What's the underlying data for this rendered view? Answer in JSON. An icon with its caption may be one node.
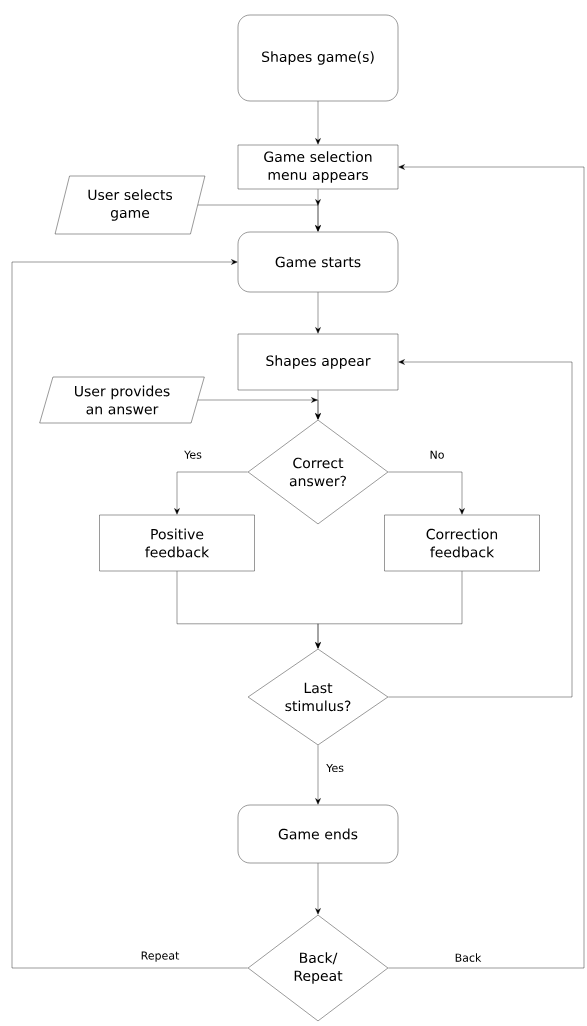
{
  "diagram": {
    "nodes": [
      {
        "text": [
          "Shapes game(s)"
        ]
      },
      {
        "text": [
          "Game selection menu appears"
        ]
      },
      {
        "text": [
          "User selects game"
        ]
      },
      {
        "text": [
          "Game starts"
        ]
      },
      {
        "text": [
          "Shapes appear"
        ]
      },
      {
        "text": [
          "User provides an answer"
        ]
      },
      {
        "text": [
          "Correct answer?"
        ]
      },
      {
        "text": [
          "Positive feedback"
        ]
      },
      {
        "text": [
          "Correction feedback"
        ]
      },
      {
        "text": [
          "Last stimulus?"
        ]
      },
      {
        "text": [
          "Game ends"
        ]
      },
      {
        "text": [
          "Back/ Repeat"
        ]
      }
    ],
    "edges": [
      {
        "from": 0,
        "to": 1,
        "arrow": "to"
      },
      {
        "from": 2,
        "to": 3,
        "arrow": "to"
      },
      {
        "from": 1,
        "to": 3,
        "arrow": "to"
      },
      {
        "from": 3,
        "to": 4,
        "arrow": "to"
      },
      {
        "from": 5,
        "to": 6,
        "arrow": "to"
      },
      {
        "from": 4,
        "to": 6,
        "arrow": "to"
      },
      {
        "from": 6,
        "to": 7,
        "arrow": "to",
        "label": "Yes"
      },
      {
        "from": 6,
        "to": 8,
        "arrow": "to",
        "label": "No"
      },
      {
        "from": 7,
        "to": 9,
        "arrow": "to"
      },
      {
        "from": 8,
        "to": 9,
        "arrow": "to"
      },
      {
        "from": 9,
        "to": 4,
        "arrow": "to"
      },
      {
        "from": 9,
        "to": 10,
        "arrow": "to",
        "label": "Yes"
      },
      {
        "from": 10,
        "to": 11,
        "arrow": "to"
      },
      {
        "from": 11,
        "to": 3,
        "arrow": "to",
        "label": "Repeat"
      },
      {
        "from": 11,
        "to": 1,
        "arrow": "to",
        "label": "Back"
      }
    ]
  }
}
